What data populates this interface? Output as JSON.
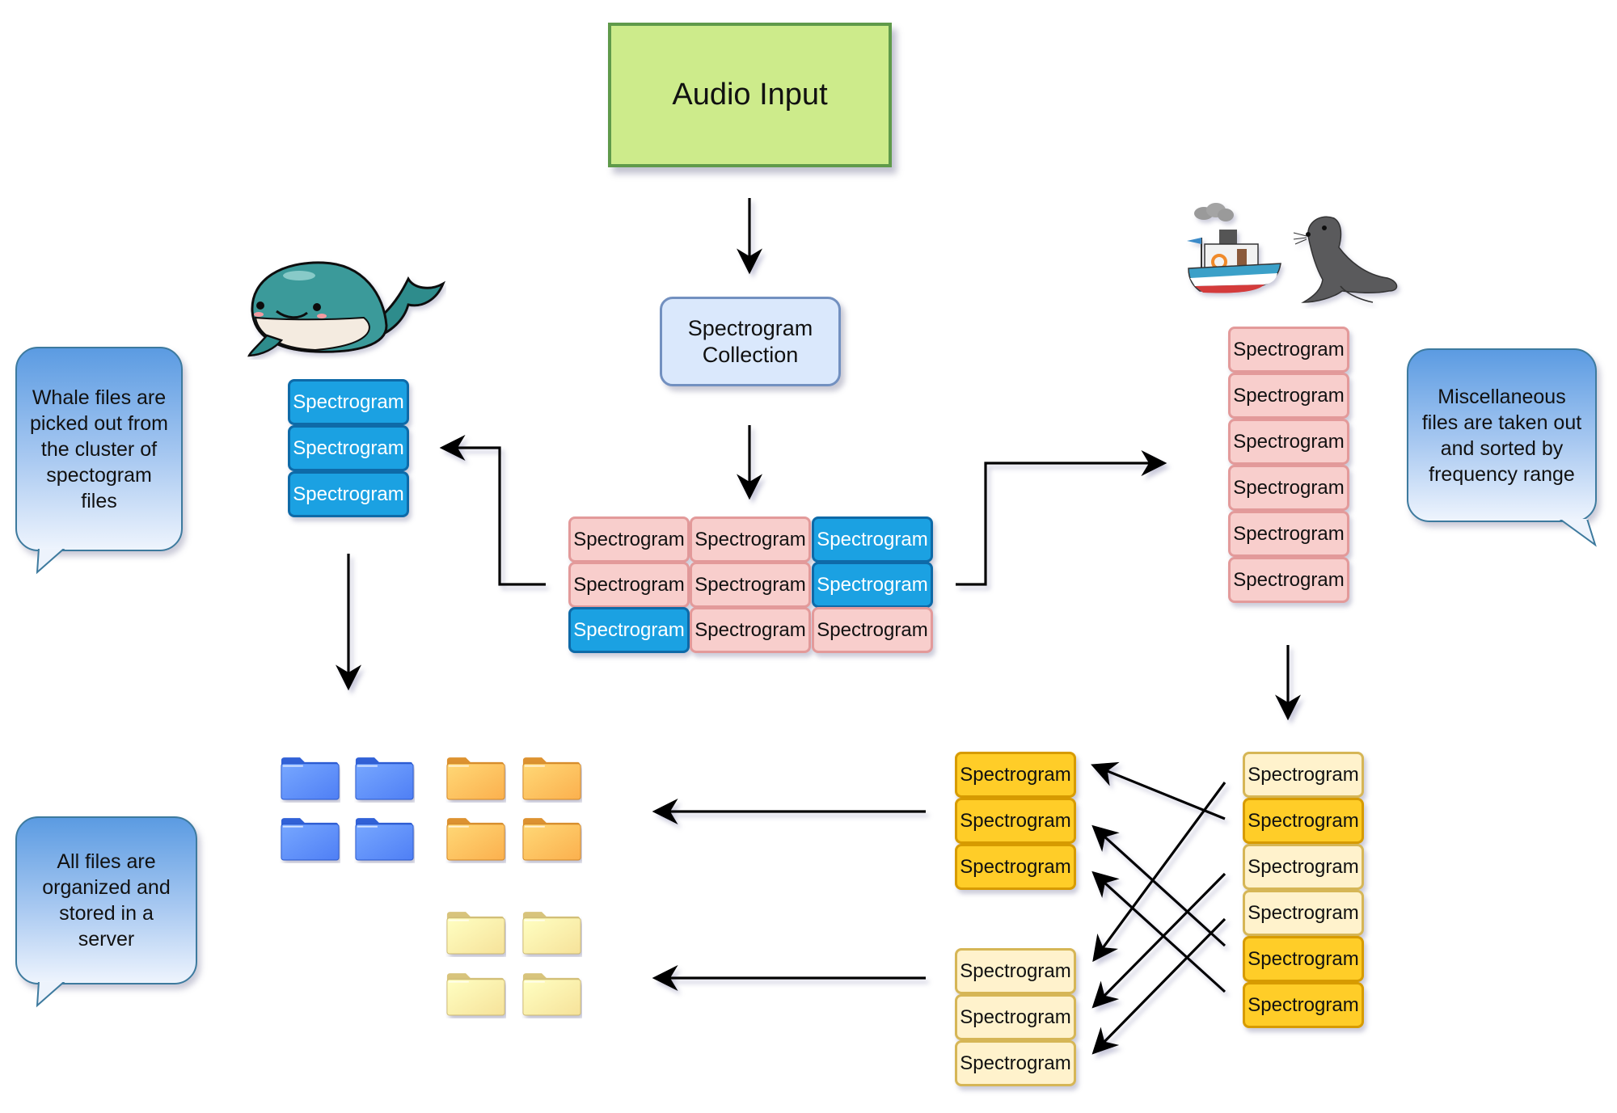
{
  "title_box": {
    "label": "Audio Input"
  },
  "collection_box": {
    "line1": "Spectrogram",
    "line2": "Collection"
  },
  "spectrogram_label": "Spectrogram",
  "center_grid": {
    "rows": [
      [
        "pink",
        "pink",
        "blue"
      ],
      [
        "pink",
        "pink",
        "blue"
      ],
      [
        "blue",
        "pink",
        "pink"
      ]
    ]
  },
  "whale_stack": {
    "count": 3,
    "color": "blue"
  },
  "misc_stack": {
    "count": 6,
    "color": "pink"
  },
  "sorted_source_stack": {
    "colors": [
      "cream",
      "gold",
      "cream",
      "cream",
      "gold",
      "gold"
    ]
  },
  "high_freq_stack": {
    "count": 3,
    "color": "gold"
  },
  "low_freq_stack": {
    "count": 3,
    "color": "cream"
  },
  "callouts": {
    "whale": "Whale files are picked out from the cluster of spectogram files",
    "misc": "Miscellaneous files are taken out and sorted by frequency range",
    "storage": "All files are organized and stored in a server"
  },
  "illustrations": {
    "whale": "whale-icon",
    "boat": "boat-icon",
    "seal": "seal-icon"
  },
  "folders": {
    "blue": {
      "count": 4,
      "color": "#4f7ff5"
    },
    "orange": {
      "count": 4,
      "color": "#fbb04e"
    },
    "yellow": {
      "count": 4,
      "color": "#f6e29a"
    }
  },
  "colors": {
    "pink_fill": "#f8cecc",
    "blue_fill": "#1ba1e2",
    "gold_fill": "#ffcd28",
    "cream_fill": "#fff2cc",
    "audio_fill": "#cdeb8b",
    "collection_fill": "#dae8fc"
  }
}
